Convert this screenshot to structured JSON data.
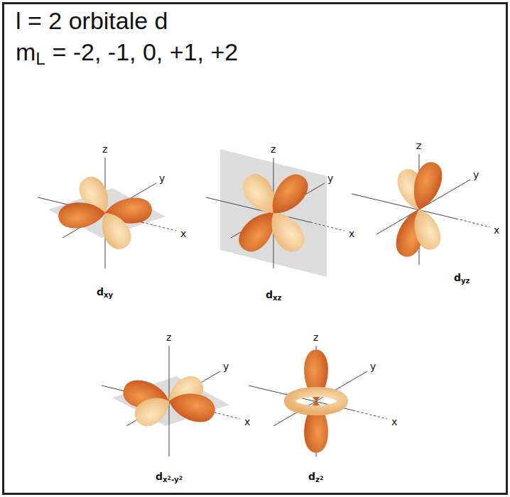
{
  "diagram": {
    "title": "l = 2 orbitale d",
    "labels": [
      "mL = -2, -1, 0, +1, +2",
      "z",
      "y",
      "x",
      "dxy",
      "z",
      "y",
      "x",
      "dxz",
      "z",
      "y",
      "x",
      "dyz",
      "z",
      "y",
      "x",
      "dx2-y2",
      "z",
      "y",
      "x",
      "dz2"
    ]
  }
}
